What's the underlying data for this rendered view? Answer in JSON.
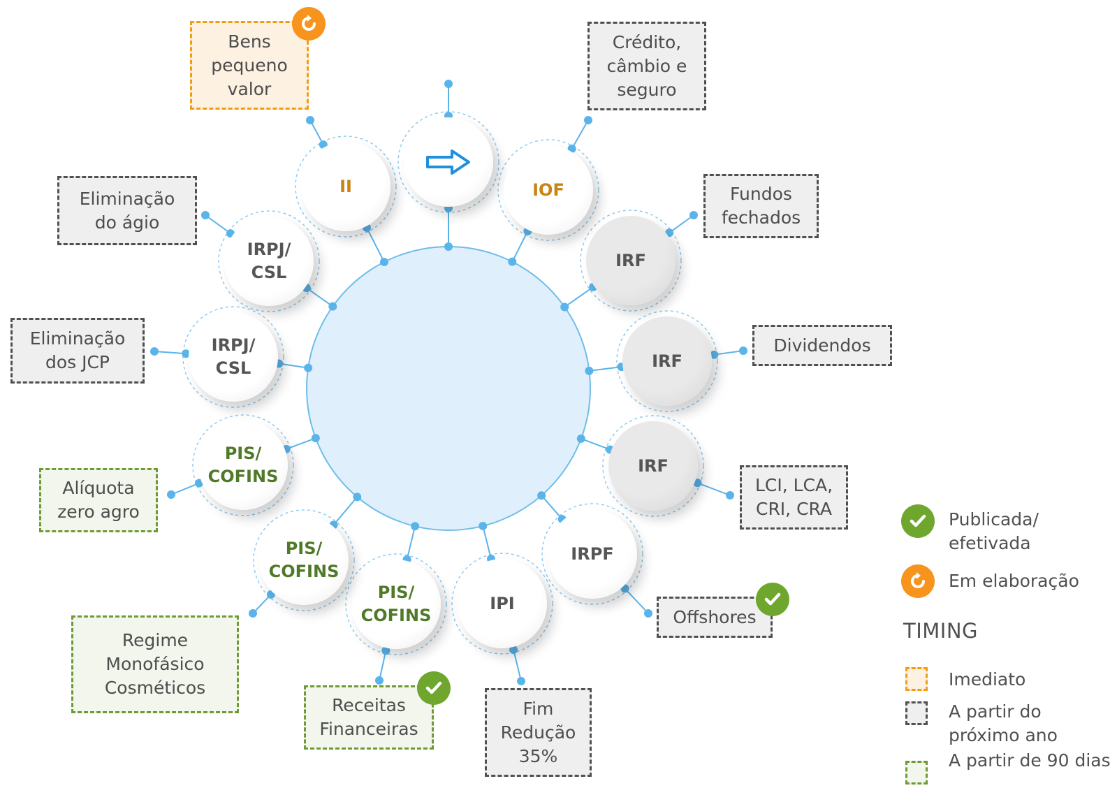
{
  "center": {
    "icon": "arrow-right-outline-icon"
  },
  "taxes": [
    {
      "id": "ii",
      "label": "II",
      "color": "orange",
      "fill": "white",
      "note": "Bens\npequeno\nvalor",
      "timing": "imediato",
      "status": "em-elaboracao"
    },
    {
      "id": "iof",
      "label": "IOF",
      "color": "orange",
      "fill": "white",
      "note": "Crédito,\ncâmbio e\nseguro",
      "timing": "proximo-ano",
      "status": null
    },
    {
      "id": "irf-fundos",
      "label": "IRF",
      "color": "grey",
      "fill": "grey",
      "note": "Fundos\nfechados",
      "timing": "proximo-ano",
      "status": null
    },
    {
      "id": "irf-dividendos",
      "label": "IRF",
      "color": "grey",
      "fill": "grey",
      "note": "Dividendos",
      "timing": "proximo-ano",
      "status": null
    },
    {
      "id": "irf-lci",
      "label": "IRF",
      "color": "grey",
      "fill": "grey",
      "note": "LCI, LCA,\nCRI, CRA",
      "timing": "proximo-ano",
      "status": null
    },
    {
      "id": "irpf",
      "label": "IRPF",
      "color": "grey",
      "fill": "white",
      "note": "Offshores",
      "timing": "proximo-ano",
      "status": "publicada"
    },
    {
      "id": "ipi",
      "label": "IPI",
      "color": "grey",
      "fill": "white",
      "note": "Fim\nRedução\n35%",
      "timing": "proximo-ano",
      "status": null
    },
    {
      "id": "pis-receitas",
      "label": "PIS/\nCOFINS",
      "color": "green",
      "fill": "white",
      "note": "Receitas\nFinanceiras",
      "timing": "90-dias",
      "status": "publicada"
    },
    {
      "id": "pis-cosmeticos",
      "label": "PIS/\nCOFINS",
      "color": "green",
      "fill": "white",
      "note": "Regime\nMonofásico\nCosméticos",
      "timing": "90-dias",
      "status": null
    },
    {
      "id": "pis-agro",
      "label": "PIS/\nCOFINS",
      "color": "green",
      "fill": "white",
      "note": "Alíquota\nzero agro",
      "timing": "90-dias",
      "status": null
    },
    {
      "id": "irpj-jcp",
      "label": "IRPJ/\nCSL",
      "color": "grey",
      "fill": "white",
      "note": "Eliminação\ndos JCP",
      "timing": "proximo-ano",
      "status": null
    },
    {
      "id": "irpj-agio",
      "label": "IRPJ/\nCSL",
      "color": "grey",
      "fill": "white",
      "note": "Eliminação\ndo ágio",
      "timing": "proximo-ano",
      "status": null
    }
  ],
  "legend": {
    "status": [
      {
        "icon": "check-icon",
        "label": "Publicada/\nefetivada"
      },
      {
        "icon": "refresh-icon",
        "label": "Em elaboração"
      }
    ],
    "timing_title": "TIMING",
    "timing": [
      {
        "key": "imediato",
        "label": "Imediato"
      },
      {
        "key": "proximo-ano",
        "label": "A partir do\npróximo ano"
      },
      {
        "key": "90-dias",
        "label": "A partir de 90 dias"
      }
    ]
  },
  "colors": {
    "connector": "#5ab4ea",
    "hub_fill": "#dff0fc",
    "hub_stroke": "#6fbde9",
    "orange": "#c98413",
    "green": "#4f7a28",
    "grey_text": "#555555",
    "badge_green": "#6fa62e",
    "badge_orange": "#f7941d"
  }
}
